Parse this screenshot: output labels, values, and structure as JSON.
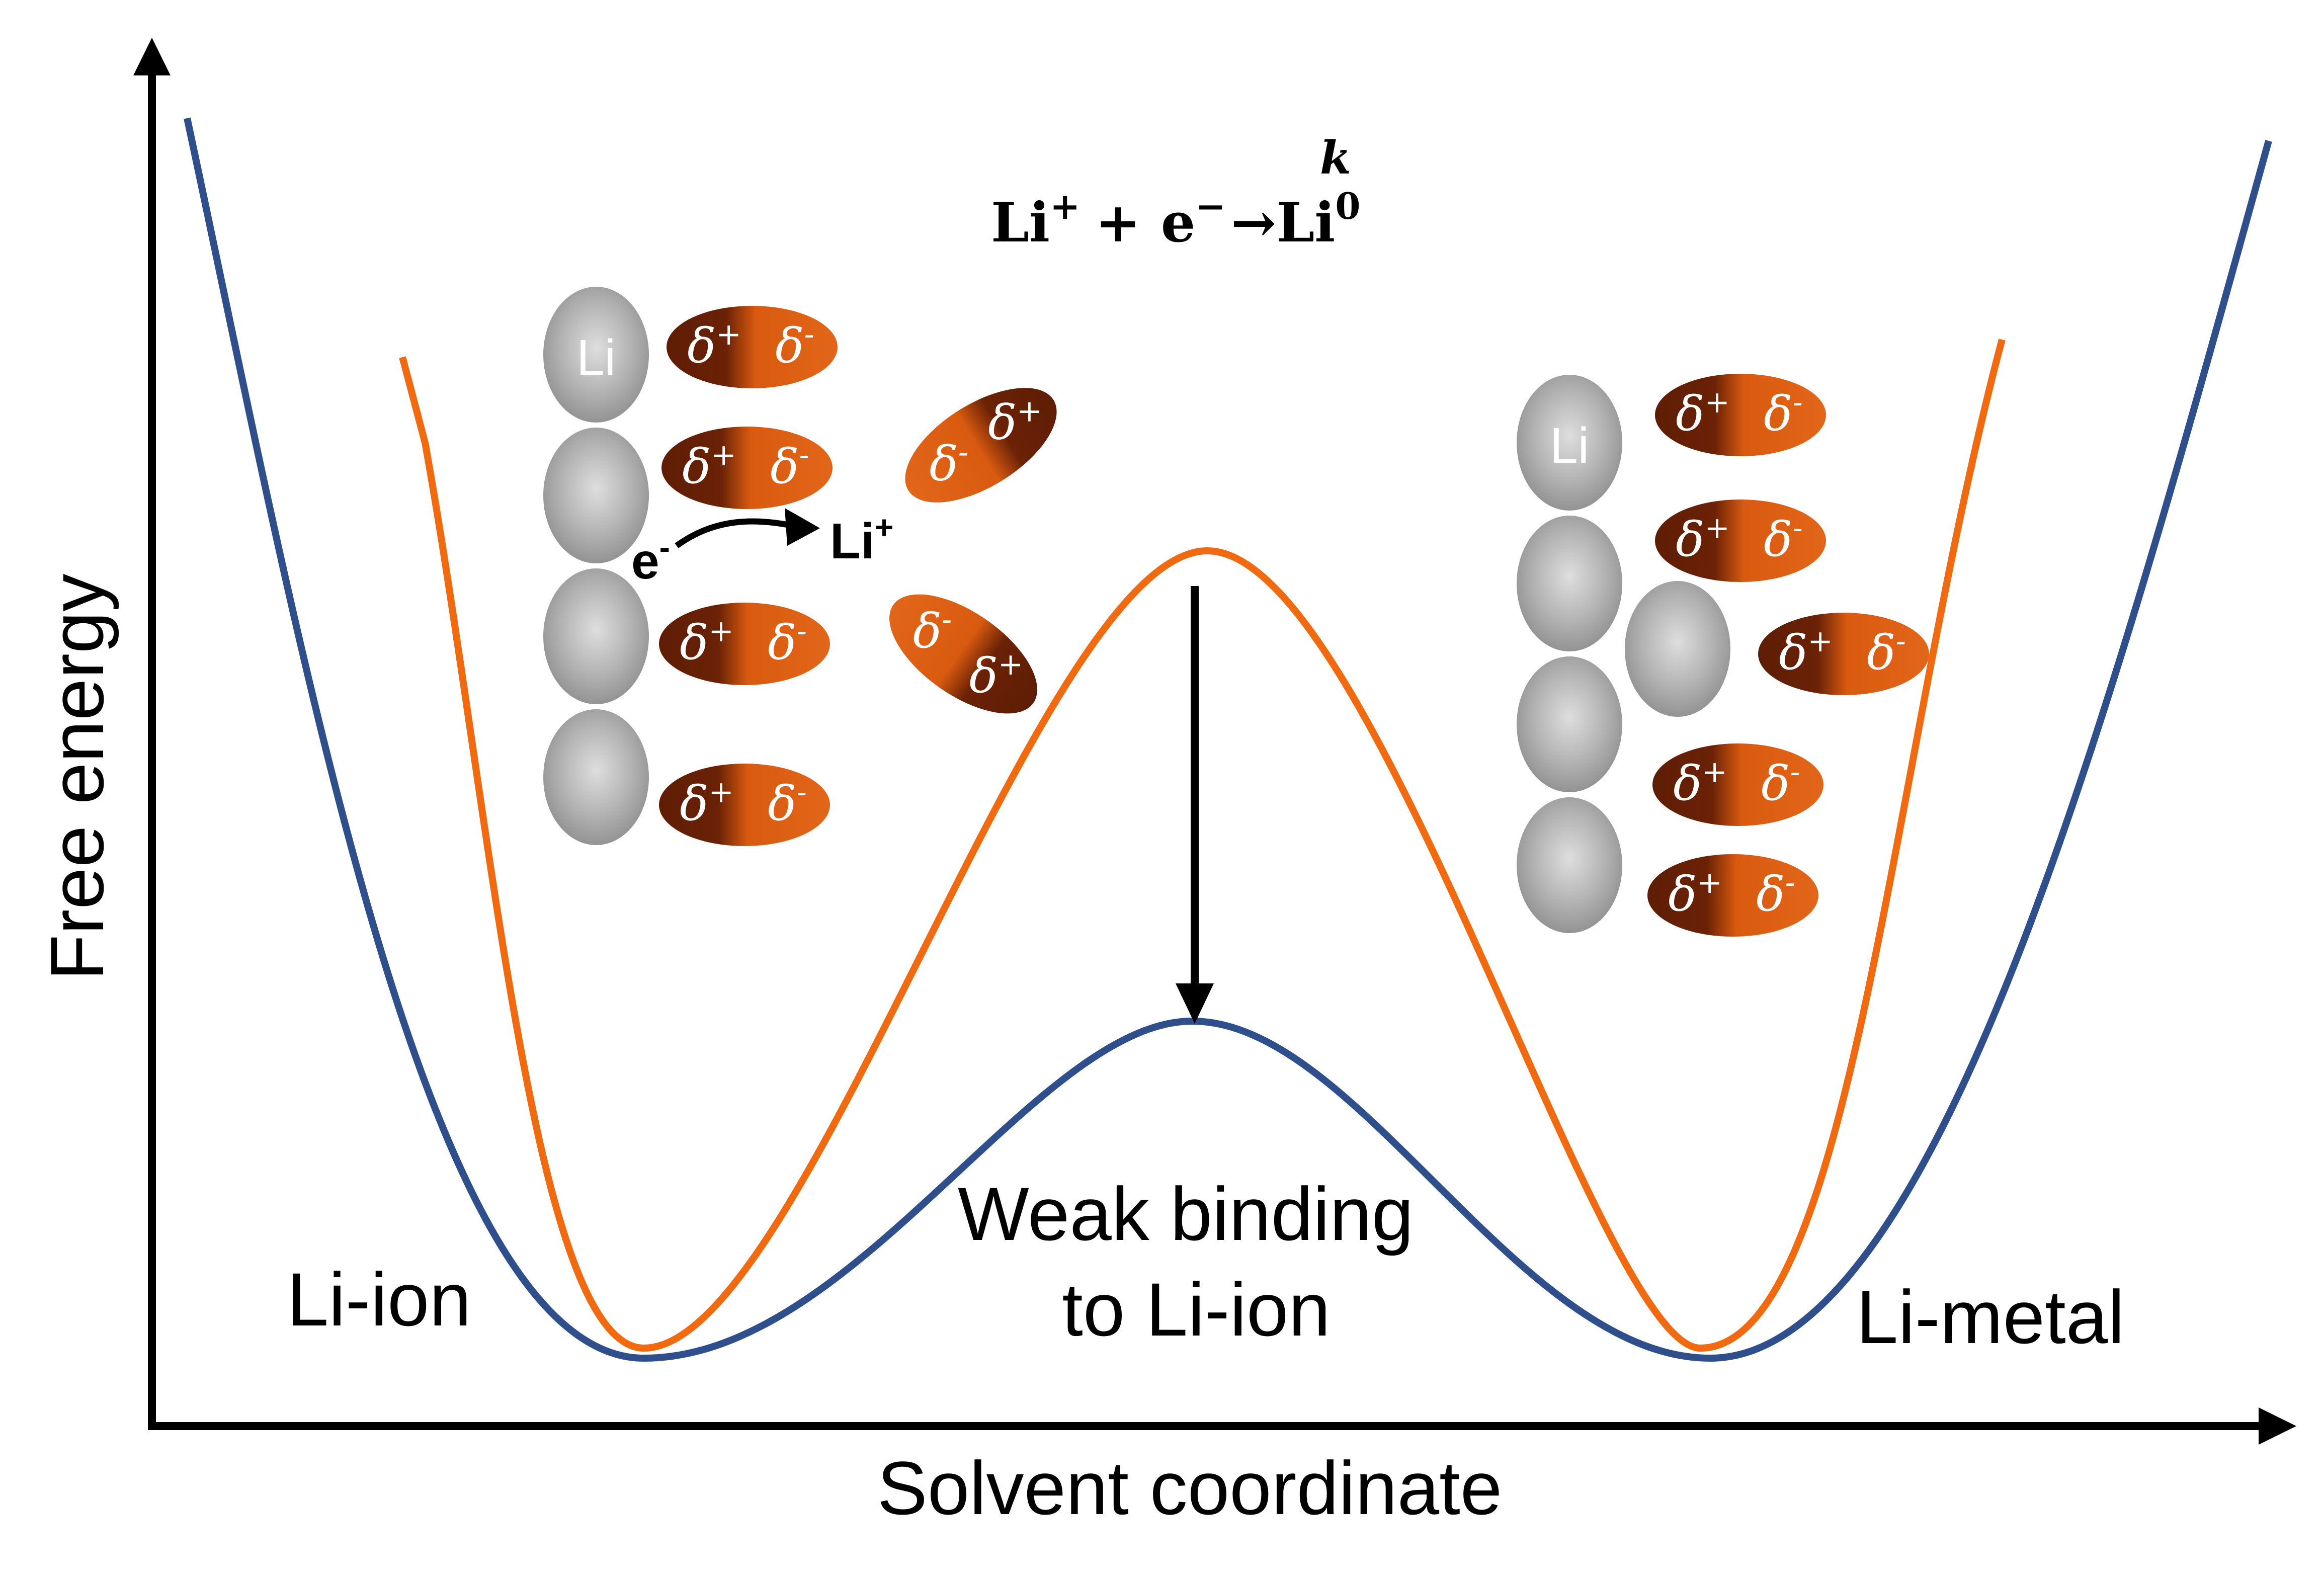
{
  "axes": {
    "y_label": "Free energy",
    "x_label": "Solvent coordinate"
  },
  "equation": {
    "reactant1": "Li",
    "charge_plus": "+",
    "plus": "+",
    "electron": "e",
    "charge_minus": "−",
    "rate": "k",
    "arrow": "→",
    "product": "Li",
    "product_charge": "0"
  },
  "labels": {
    "left_state": "Li-ion",
    "right_state": "Li-metal",
    "middle_line1": "Weak binding",
    "middle_line2": "to Li-ion"
  },
  "electron_transfer": {
    "electron": "e",
    "electron_sup": "-",
    "ion": "Li",
    "ion_sup": "+"
  },
  "atom_label": "Li",
  "dipole": {
    "delta": "δ",
    "plus": "+",
    "minus": "-"
  },
  "colors": {
    "weak_binding_curve": "#2f4f8c",
    "strong_binding_curve": "#f26a10",
    "solvent_dark": "#6b2206",
    "solvent_light": "#d95a10",
    "atom": "#a8a8a8",
    "axis": "#000000"
  }
}
